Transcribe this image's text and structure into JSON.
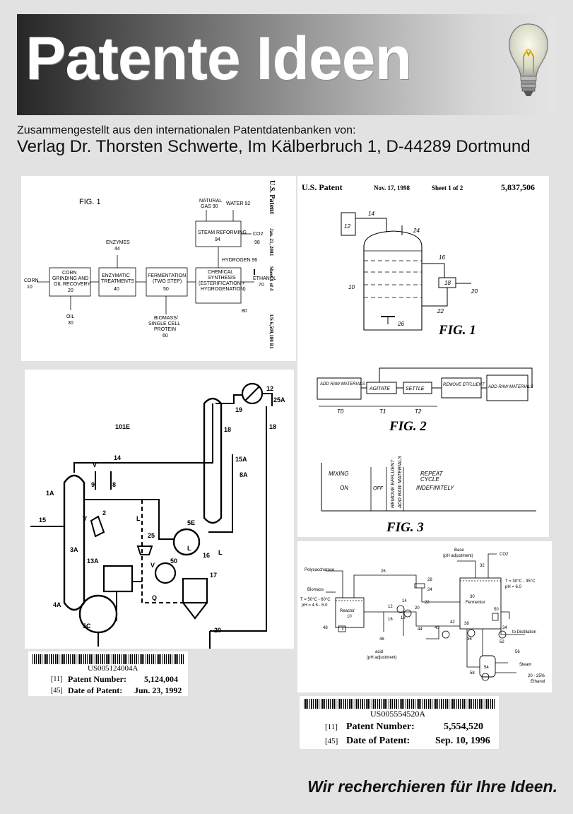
{
  "header": {
    "title": "Patente Ideen",
    "compiled_line": "Zusammengestellt aus den internationalen Patentdatenbanken von:",
    "publisher_line": "Verlag Dr. Thorsten Schwerte, Im Kälberbruch 1, D-44289 Dortmund"
  },
  "fig_ethanol": {
    "fig_label": "FIG. 1",
    "side_header": "U.S. Patent",
    "side_date": "Jan. 21, 2003",
    "side_sheet": "Sheet 1 of 4",
    "side_number": "US 6,509,180 B1",
    "corn": "CORN",
    "corn_num": "10",
    "grind_line1": "CORN",
    "grind_line2": "GRINDING AND",
    "grind_line3": "OIL RECOVERY",
    "grind_num": "20",
    "enzymes": "ENZYMES",
    "enzymes_num": "44",
    "enz_line1": "ENZYMATIC",
    "enz_line2": "TREATMENTS",
    "enz_num": "40",
    "ferm_line1": "FERMENTATION",
    "ferm_line2": "(TWO STEP)",
    "ferm_num": "50",
    "chem_line1": "CHEMICAL",
    "chem_line2": "SYNTHESIS",
    "chem_line3": "(ESTERIFICATION +",
    "chem_line4": "HYDROGENATION)",
    "chem_num": "80",
    "steam_label": "STEAM REFORMING",
    "steam_num": "94",
    "gas_line1": "NATURAL",
    "gas_line2": "GAS 90",
    "water": "WATER 92",
    "co2": "CO2",
    "co2_num": "98",
    "hydrogen": "HYDROGEN 96",
    "ethanol": "ETHANOL",
    "ethanol_num": "70",
    "oil": "OIL",
    "oil_num": "30",
    "biomass_line1": "BIOMASS/",
    "biomass_line2": "SINGLE CELL",
    "biomass_line3": "PROTEIN",
    "biomass_num": "60"
  },
  "fig_reactor": {
    "header_left": "U.S. Patent",
    "header_date": "Nov. 17, 1998",
    "header_sheet": "Sheet 1 of 2",
    "header_number": "5,837,506",
    "fig1": "FIG. 1",
    "fig2": "FIG. 2",
    "fig3": "FIG. 3",
    "l12": "12",
    "l14": "14",
    "l24": "24",
    "l16": "16",
    "l18": "18",
    "l10": "10",
    "l20": "20",
    "l22": "22",
    "l26": "26",
    "step1": "ADD RAW MATERIALS",
    "step2": "AGITATE",
    "step3": "SETTLE",
    "step4": "REMOVE EFFLUENT",
    "step5": "ADD RAW MATERIALS",
    "t0": "T0",
    "t1": "T1",
    "t2": "T2",
    "mixing": "MIXING",
    "on": "ON",
    "off": "OFF",
    "remove_vert": "REMOVE EFFLUENT",
    "add_vert": "ADD RAW MATERIALS",
    "repeat1": "REPEAT",
    "repeat2": "CYCLE",
    "repeat3": "INDEFINITELY"
  },
  "fig_column": {
    "l12": "12",
    "l25a": "25A",
    "l19": "19",
    "l18a": "18",
    "l18b": "18",
    "l101e": "101E",
    "l14": "14",
    "l15a": "15A",
    "l8a": "8A",
    "lv1": "V",
    "l9": "9",
    "l8": "8",
    "l1a": "1A",
    "l15": "15",
    "l3a": "3A",
    "l2": "2",
    "lv2": "V",
    "l13a": "13A",
    "l4a": "4A",
    "l5c": "5C",
    "ll1": "L",
    "l25": "25",
    "l5e": "5E",
    "lv3": "V",
    "l50": "50",
    "l16": "16",
    "l17": "17",
    "lq": "Q",
    "ll2": "L",
    "ll3": "L",
    "l20": "20"
  },
  "fig_fermentor": {
    "base_line1": "Base",
    "base_line2": "(pH adjustment)",
    "co2": "CO2",
    "l32": "32",
    "polysaccharose": "Polysaccharose",
    "l26": "26",
    "l28": "28",
    "l24": "24",
    "fermentor": "Fermentor",
    "fermentor_num": "30",
    "temp_ferm": "T = 30°C - 35°C",
    "ph_ferm": "pH = 6.0",
    "biomass": "Biomass",
    "temp_react": "T = 50°C - 60°C",
    "ph_react": "pH = 4.5 - 5.0",
    "reactor": "Reactor",
    "reactor_num": "10",
    "l12": "12",
    "l14": "14",
    "l20": "20",
    "l22": "22",
    "l18": "18",
    "l16": "16",
    "l44": "44",
    "l40": "40",
    "l42": "42",
    "l36": "36",
    "l38": "38",
    "l52": "52",
    "l50": "50",
    "l34": "34",
    "l48": "48",
    "l46": "46",
    "acid_line1": "acid",
    "acid_line2": "(pH adjustment)",
    "distillation": "to Distillation",
    "l56": "56",
    "l54": "54",
    "steam": "Steam",
    "l58": "58",
    "ethanol_line1": "20 - 25%",
    "ethanol_line2": "Ethanol"
  },
  "patent_left": {
    "code": "US005124004A",
    "num_tag": "[11]",
    "num_label": "Patent Number:",
    "num_value": "5,124,004",
    "date_tag": "[45]",
    "date_label": "Date of Patent:",
    "date_value": "Jun. 23, 1992"
  },
  "patent_right": {
    "code": "US005554520A",
    "num_tag": "[11]",
    "num_label": "Patent Number:",
    "num_value": "5,554,520",
    "date_tag": "[45]",
    "date_label": "Date of Patent:",
    "date_value": "Sep. 10, 1996"
  },
  "footer": {
    "slogan": "Wir recherchieren für Ihre Ideen."
  }
}
